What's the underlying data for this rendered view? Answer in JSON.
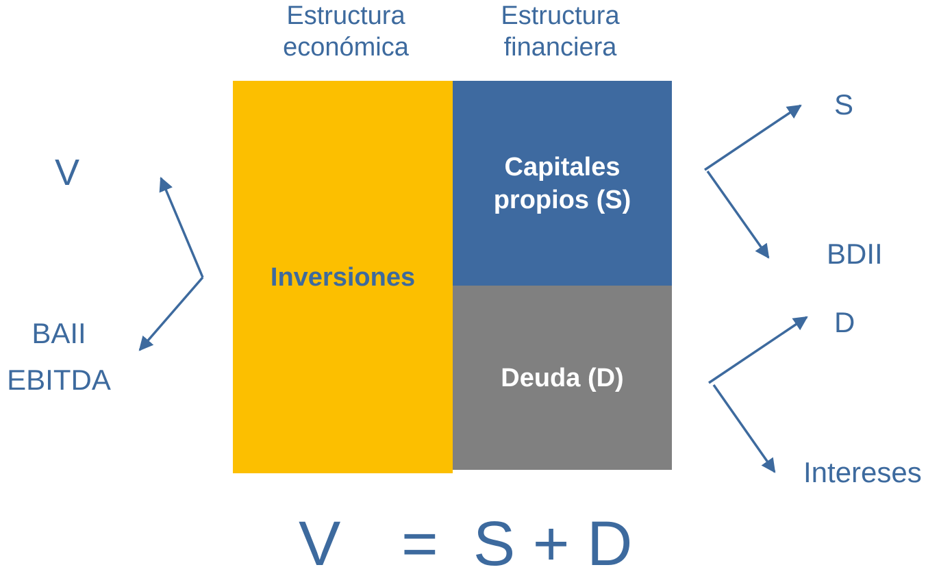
{
  "headers": {
    "economic": [
      "Estructura",
      "económica"
    ],
    "financial": [
      "Estructura",
      "financiera"
    ]
  },
  "blocks": {
    "investments": {
      "label": "Inversiones",
      "color": "#fcbf00",
      "text_color": "#3d6a9e"
    },
    "equity": {
      "label_lines": [
        "Capitales",
        "propios (S)"
      ],
      "color": "#3e6aa0",
      "text_color": "#ffffff"
    },
    "debt": {
      "label": "Deuda (D)",
      "color": "#808080",
      "text_color": "#ffffff"
    }
  },
  "left_labels": {
    "v": "V",
    "baii": "BAII",
    "ebitda": "EBITDA"
  },
  "right_labels": {
    "s": "S",
    "bdii": "BDII",
    "d": "D",
    "intereses": "Intereses"
  },
  "equation": {
    "lhs": "V",
    "rhs": "=  S + D"
  },
  "colors": {
    "text": "#3d6a9e",
    "arrow": "#3d6a9e"
  }
}
